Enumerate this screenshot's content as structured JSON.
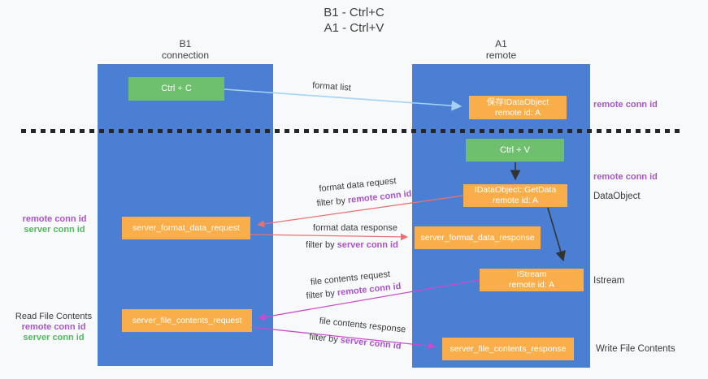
{
  "title": {
    "line1": "B1 - Ctrl+C",
    "line2": "A1 - Ctrl+V"
  },
  "lifelines": {
    "left": {
      "name": "B1",
      "role": "connection"
    },
    "right": {
      "name": "A1",
      "role": "remote"
    }
  },
  "boxes": {
    "ctrl_c": {
      "label": "Ctrl + C"
    },
    "ctrl_v": {
      "label": "Ctrl + V"
    },
    "save_dataobject": {
      "line1": "保存IDataObject",
      "line2": "remote id: A"
    },
    "getdata": {
      "line1": "IDataObject::GetData",
      "line2": "remote id: A"
    },
    "istream": {
      "line1": "IStream",
      "line2": "remote id: A"
    },
    "format_request": {
      "label": "server_format_data_request"
    },
    "format_response": {
      "label": "server_format_data_response"
    },
    "file_request": {
      "label": "server_file_contents_request"
    },
    "file_response": {
      "label": "server_file_contents_response"
    }
  },
  "flows": {
    "format_list": {
      "label": "format list"
    },
    "format_data_request": {
      "label": "format data request",
      "filter_prefix": "filter by",
      "filter_key": "remote conn id"
    },
    "format_data_response": {
      "label": "format data response",
      "filter_prefix": "filter by",
      "filter_key": "server conn id"
    },
    "file_contents_request": {
      "label": "file contents request",
      "filter_prefix": "filter by",
      "filter_key": "remote conn id"
    },
    "file_contents_response": {
      "label": "file contents response",
      "filter_prefix": "filter by",
      "filter_key": "server conn id"
    }
  },
  "annotations": {
    "right": {
      "conn_id_top": "remote conn id",
      "conn_id_mid": "remote conn id",
      "dataobject": "DataObject",
      "istream": "Istream",
      "write_file": "Write File Contents"
    },
    "left": {
      "remote_top": "remote conn id",
      "server_top": "server conn id",
      "read_file": "Read File Contents",
      "remote_bottom": "remote conn id",
      "server_bottom": "server conn id"
    }
  },
  "colors": {
    "lifeline_blue": "#4a7fd4",
    "box_orange": "#f9ae49",
    "box_green": "#6fc06e",
    "purple_text": "#a855c7",
    "green_text": "#53b95e",
    "arrow_lightblue": "#a5d2f3",
    "arrow_black": "#333333",
    "arrow_red": "#e87272",
    "arrow_magenta": "#cb4bcb"
  }
}
